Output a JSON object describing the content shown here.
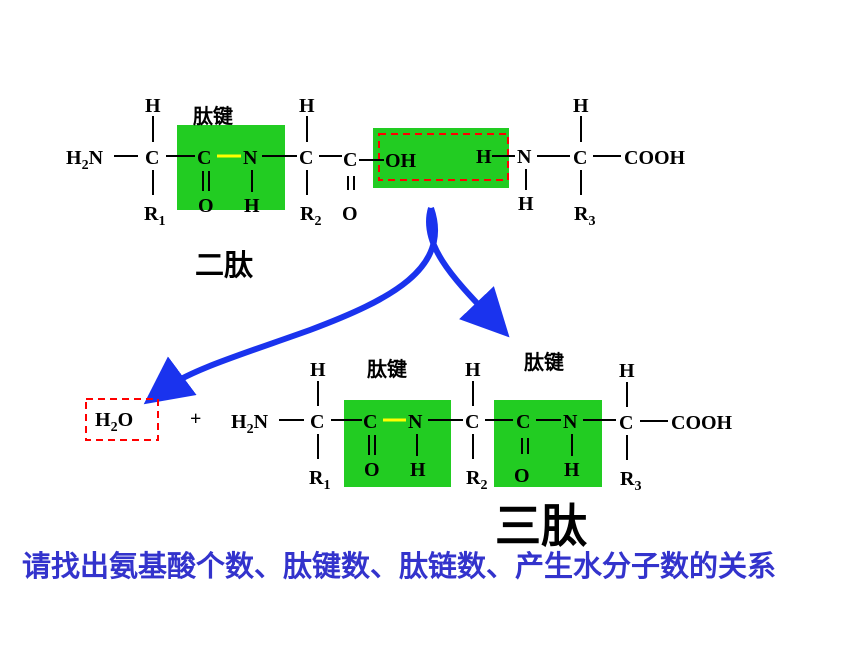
{
  "labels": {
    "peptide_bond": "肽键",
    "dipeptide": "二肽",
    "tripeptide": "三肽",
    "plus": "+"
  },
  "atoms": {
    "H": "H",
    "N": "N",
    "C": "C",
    "O": "O",
    "H2N": "H",
    "H2N_sub": "2",
    "H2N_tail": "N",
    "OH": "OH",
    "COOH": "COOH",
    "H2O_H": "H",
    "H2O_sub": "2",
    "H2O_tail": "O",
    "R": "R",
    "R1_sub": "1",
    "R2_sub": "2",
    "R3_sub": "3"
  },
  "question": "请找出氨基酸个数、肽键数、肽链数、产生水分子数的关系",
  "colors": {
    "highlight": "#22cc22",
    "arrow": "#1a33ee",
    "dashed": "#ff0000",
    "bond_line": "#ffff00",
    "question_text": "#3333cc"
  }
}
